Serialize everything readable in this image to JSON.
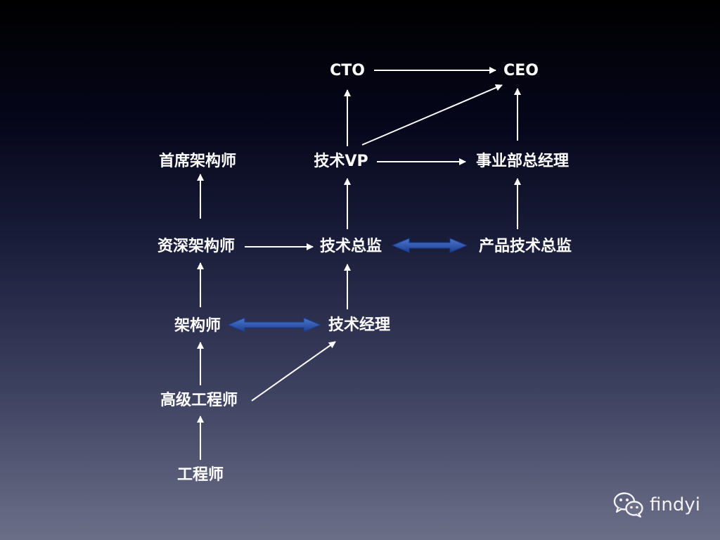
{
  "nodes": {
    "cto": "CTO",
    "ceo": "CEO",
    "chief_architect": "首席架构师",
    "tech_vp": "技术VP",
    "bu_gm": "事业部总经理",
    "senior_architect": "资深架构师",
    "tech_director": "技术总监",
    "product_tech_director": "产品技术总监",
    "architect": "架构师",
    "tech_manager": "技术经理",
    "senior_engineer": "高级工程师",
    "engineer": "工程师"
  },
  "watermark": {
    "icon": "wechat-icon",
    "text": "findyi"
  },
  "colors": {
    "text": "#ffffff",
    "arrow": "#ffffff",
    "double_arrow": "#2c56b3"
  }
}
